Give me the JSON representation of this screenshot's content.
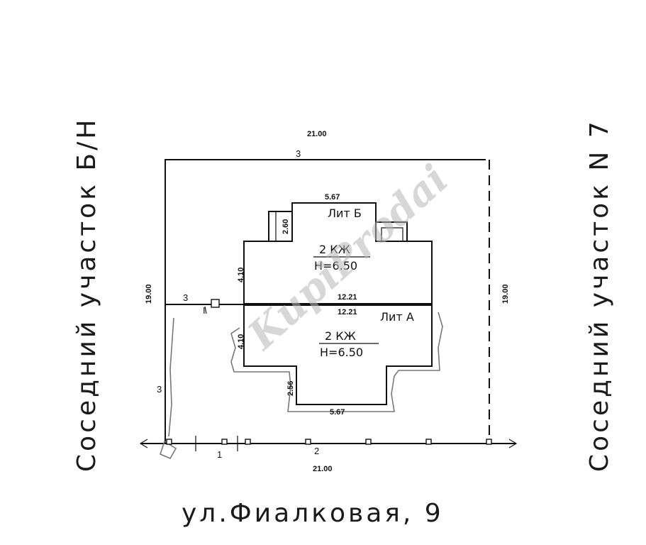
{
  "left_neighbor": "Соседний участок Б/Н",
  "right_neighbor": "Соседний участок N 7",
  "street": "ул.Фиалковая, 9",
  "watermark": "KupiProdai",
  "dimensions": {
    "top": "21.00",
    "bottom": "21.00",
    "left": "19.00",
    "right": "19.00",
    "b_width": "5.67",
    "b_stair": "2.60",
    "b_depth": "4.10",
    "mid_upper": "12.21",
    "mid_lower": "12.21",
    "a_depth": "4.10",
    "a_step": "2.56",
    "a_width": "5.67"
  },
  "segments": {
    "top": "3",
    "left_inner": "3",
    "left_outer": "3",
    "mark_i": "I",
    "bottom_1": "1",
    "bottom_2": "2"
  },
  "building_b": {
    "title": "Лит Б",
    "floors": "2 КЖ",
    "height": "H=6.50"
  },
  "building_a": {
    "title": "Лит А",
    "floors": "2 КЖ",
    "height": "H=6.50"
  }
}
